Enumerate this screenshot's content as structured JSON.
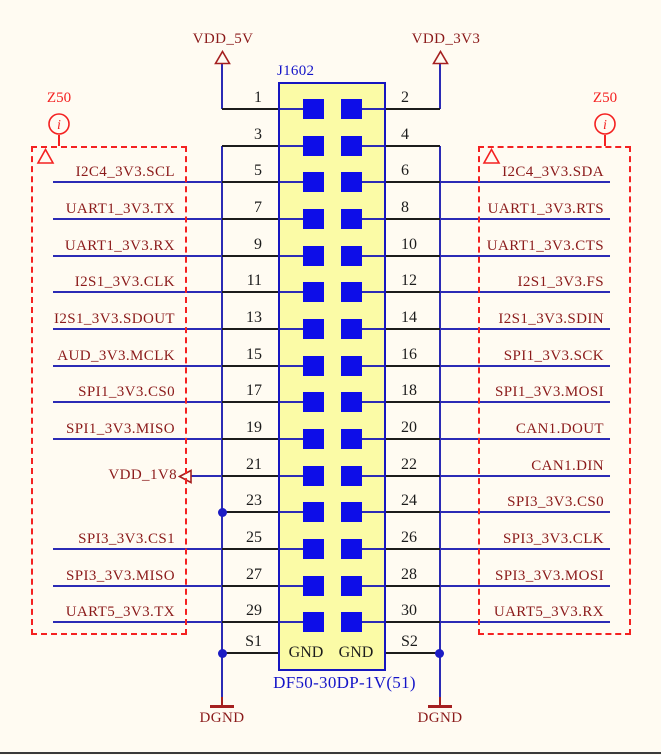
{
  "connector": {
    "designator": "J1602",
    "part_number": "DF50-30DP-1V(51)",
    "gnd_label_left": "GND",
    "gnd_label_right": "GND"
  },
  "power": {
    "vdd_5v": "VDD_5V",
    "vdd_3v3": "VDD_3V3",
    "vdd_1v8": "VDD_1V8",
    "dgnd_left": "DGND",
    "dgnd_right": "DGND"
  },
  "impedance_markers": {
    "left": {
      "label": "Z50",
      "icon": "i"
    },
    "right": {
      "label": "Z50",
      "icon": "i"
    }
  },
  "pins": {
    "left": [
      {
        "number": "1",
        "label": ""
      },
      {
        "number": "3",
        "label": ""
      },
      {
        "number": "5",
        "label": "I2C4_3V3.SCL"
      },
      {
        "number": "7",
        "label": "UART1_3V3.TX"
      },
      {
        "number": "9",
        "label": "UART1_3V3.RX"
      },
      {
        "number": "11",
        "label": "I2S1_3V3.CLK"
      },
      {
        "number": "13",
        "label": "I2S1_3V3.SDOUT"
      },
      {
        "number": "15",
        "label": "AUD_3V3.MCLK"
      },
      {
        "number": "17",
        "label": "SPI1_3V3.CS0"
      },
      {
        "number": "19",
        "label": "SPI1_3V3.MISO"
      },
      {
        "number": "21",
        "label": ""
      },
      {
        "number": "23",
        "label": ""
      },
      {
        "number": "25",
        "label": "SPI3_3V3.CS1"
      },
      {
        "number": "27",
        "label": "SPI3_3V3.MISO"
      },
      {
        "number": "29",
        "label": "UART5_3V3.TX"
      },
      {
        "number": "S1",
        "label": ""
      }
    ],
    "right": [
      {
        "number": "2",
        "label": ""
      },
      {
        "number": "4",
        "label": ""
      },
      {
        "number": "6",
        "label": "I2C4_3V3.SDA"
      },
      {
        "number": "8",
        "label": "UART1_3V3.RTS"
      },
      {
        "number": "10",
        "label": "UART1_3V3.CTS"
      },
      {
        "number": "12",
        "label": "I2S1_3V3.FS"
      },
      {
        "number": "14",
        "label": "I2S1_3V3.SDIN"
      },
      {
        "number": "16",
        "label": "SPI1_3V3.SCK"
      },
      {
        "number": "18",
        "label": "SPI1_3V3.MOSI"
      },
      {
        "number": "20",
        "label": "CAN1.DOUT"
      },
      {
        "number": "22",
        "label": "CAN1.DIN"
      },
      {
        "number": "24",
        "label": "SPI3_3V3.CS0"
      },
      {
        "number": "26",
        "label": "SPI3_3V3.CLK"
      },
      {
        "number": "28",
        "label": "SPI3_3V3.MOSI"
      },
      {
        "number": "30",
        "label": "UART5_3V3.RX"
      },
      {
        "number": "S2",
        "label": ""
      }
    ]
  },
  "colors": {
    "background": "#FFFBF2",
    "body_fill": "#FBFBA6",
    "body_outline": "#1616C0",
    "wire": "#2B2BB5",
    "pad": "#0D0DE8",
    "pin_lead": "#1C1C1C",
    "net_label": "#8B1A1A",
    "power_symbol": "#A52020",
    "marker_red": "#F42121",
    "text_blue": "#1414C8"
  }
}
